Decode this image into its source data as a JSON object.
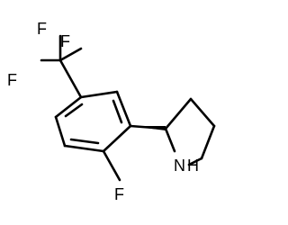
{
  "molecule": {
    "atoms": {
      "f_top": "F",
      "f_left": "F",
      "f_right": "F",
      "f_ring": "F",
      "amine_n": "N",
      "amine_h": "H"
    }
  }
}
